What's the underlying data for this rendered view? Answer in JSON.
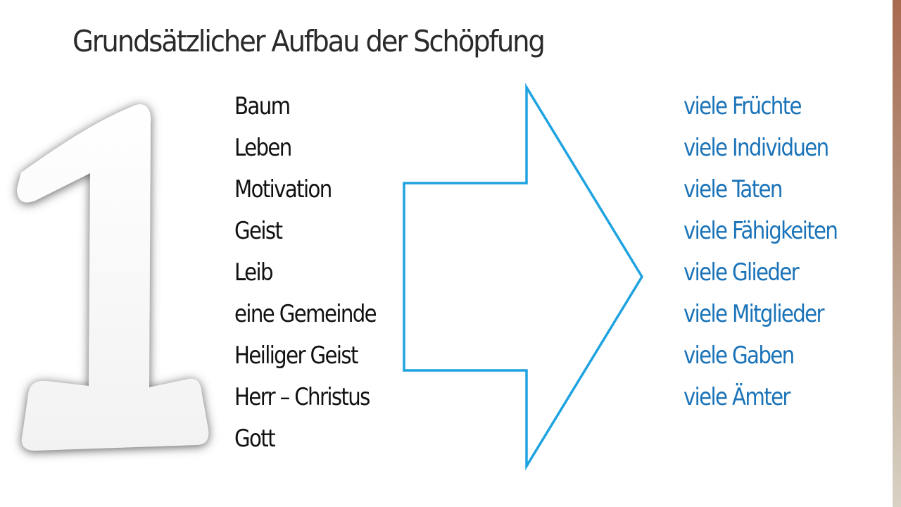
{
  "slide": {
    "title": "Grundsätzlicher Aufbau der Schöpfung",
    "big_numeral": "1",
    "left_items": [
      "Baum",
      "Leben",
      "Motivation",
      "Geist",
      "Leib",
      "eine Gemeinde",
      "Heiliger Geist",
      "Herr – Christus",
      "Gott"
    ],
    "right_items": [
      "viele Früchte",
      "viele Individuen",
      "viele Taten",
      "viele Fähigkeiten",
      "viele Glieder",
      "viele Mitglieder",
      "viele Gaben",
      "viele Ämter"
    ]
  },
  "colors": {
    "title_text": "#2a2a2a",
    "left_text": "#111111",
    "right_text": "#1a73b8",
    "arrow_stroke": "#1fa3e0",
    "numeral_shadow": "#555555"
  },
  "icons": {
    "arrow": "right-arrow-outline-icon"
  }
}
